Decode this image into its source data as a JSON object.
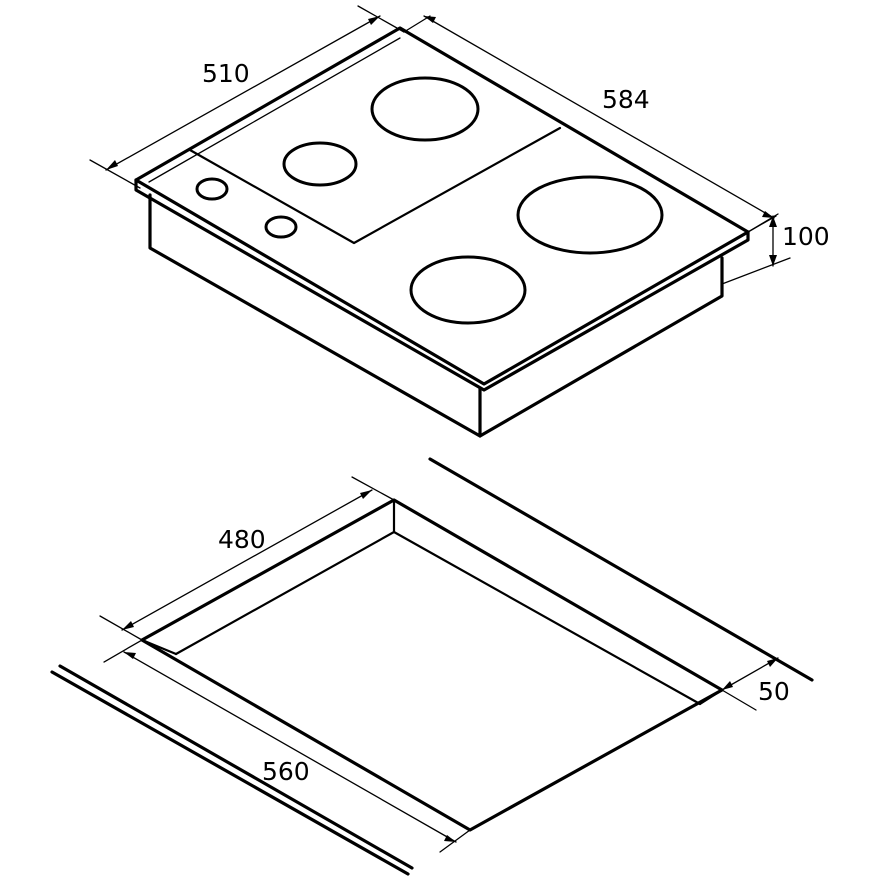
{
  "diagram": {
    "hob": {
      "width_label": "510",
      "depth_label": "584",
      "height_label": "100"
    },
    "cutout": {
      "width_label": "480",
      "depth_label": "560",
      "clearance_label": "50"
    }
  }
}
